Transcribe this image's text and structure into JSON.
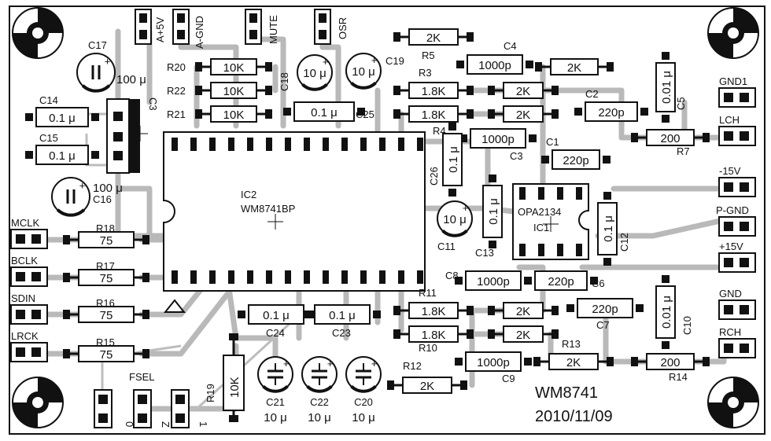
{
  "board": {
    "name": "WM8741",
    "date": "2010/11/09"
  },
  "ic": {
    "ref": "IC2",
    "part": "WM8741BP",
    "opamp_ref": "IC1",
    "opamp_part": "OPA2134"
  },
  "connectors": {
    "top": [
      "A+5V",
      "A-GND",
      "MUTE",
      "OSR"
    ],
    "left": [
      "MCLK",
      "BCLK",
      "SDIN",
      "LRCK"
    ],
    "right": [
      "GND1",
      "LCH",
      "-15V",
      "P-GND",
      "+15V",
      "GND",
      "RCH"
    ],
    "fsel": {
      "label": "FSEL",
      "pins": [
        "0",
        "Z",
        "1"
      ]
    }
  },
  "resistors": [
    {
      "ref": "R20",
      "value": "10K"
    },
    {
      "ref": "R22",
      "value": "10K"
    },
    {
      "ref": "R21",
      "value": "10K"
    },
    {
      "ref": "R5",
      "value": "2K"
    },
    {
      "ref": "R3",
      "value": "1.8K"
    },
    {
      "ref": "R4",
      "value": "1.8K"
    },
    {
      "ref": "R18",
      "value": "75"
    },
    {
      "ref": "R17",
      "value": "75"
    },
    {
      "ref": "R16",
      "value": "75"
    },
    {
      "ref": "R15",
      "value": "75"
    },
    {
      "ref": "R11",
      "value": "1.8K"
    },
    {
      "ref": "R10",
      "value": "1.8K"
    },
    {
      "ref": "R12",
      "value": "2K"
    },
    {
      "ref": "R13",
      "value": "2K"
    },
    {
      "ref": "R7",
      "value": "200"
    },
    {
      "ref": "R14",
      "value": "200"
    },
    {
      "ref": "R19",
      "value": "10K"
    }
  ],
  "unlabeled_resistor_value": "2K",
  "capacitors": [
    {
      "ref": "C17",
      "value": "100 μ"
    },
    {
      "ref": "C16",
      "value": "100 μ"
    },
    {
      "ref": "C14",
      "value": "0.1 μ"
    },
    {
      "ref": "C15",
      "value": "0.1 μ"
    },
    {
      "ref": "C3",
      "value": ""
    },
    {
      "ref": "C18",
      "value": "10 μ"
    },
    {
      "ref": "C19",
      "value": "10 μ"
    },
    {
      "ref": "C25",
      "value": "0.1 μ"
    },
    {
      "ref": "C4",
      "value": "1000p"
    },
    {
      "ref": "C3",
      "value": "1000p"
    },
    {
      "ref": "C2",
      "value": "220p"
    },
    {
      "ref": "C1",
      "value": "220p"
    },
    {
      "ref": "C5",
      "value": "0.01 μ"
    },
    {
      "ref": "C26",
      "value": "0.1 μ"
    },
    {
      "ref": "C11",
      "value": "10 μ"
    },
    {
      "ref": "C13",
      "value": "0.1 μ"
    },
    {
      "ref": "C12",
      "value": "0.1 μ"
    },
    {
      "ref": "C8",
      "value": "1000p"
    },
    {
      "ref": "C6",
      "value": "220p"
    },
    {
      "ref": "C7",
      "value": "220p"
    },
    {
      "ref": "C9",
      "value": "1000p"
    },
    {
      "ref": "C10",
      "value": "0.01 μ"
    },
    {
      "ref": "C24",
      "value": "0.1 μ"
    },
    {
      "ref": "C23",
      "value": "0.1 μ"
    },
    {
      "ref": "C21",
      "value": "10 μ"
    },
    {
      "ref": "C22",
      "value": "10 μ"
    },
    {
      "ref": "C20",
      "value": "10 μ"
    }
  ],
  "colors": {
    "copper": "#b9b9b9",
    "silk": "#111111",
    "background": "#ffffff"
  }
}
